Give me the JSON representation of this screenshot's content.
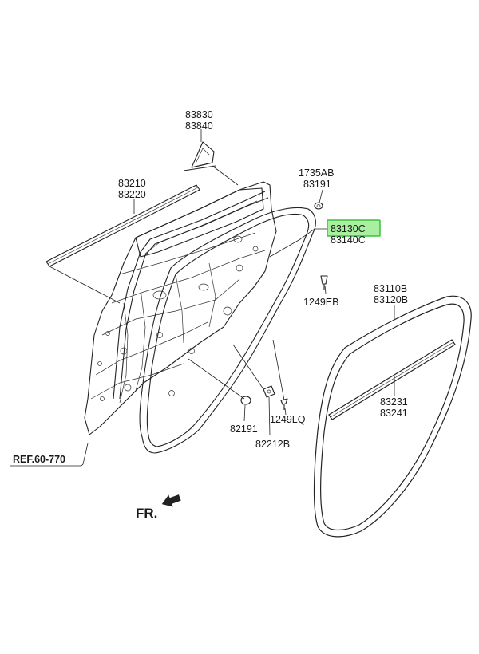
{
  "labels": {
    "p83830": "83830",
    "p83840": "83840",
    "p83210": "83210",
    "p83220": "83220",
    "p1735AB": "1735AB",
    "p83191": "83191",
    "p83130C": "83130C",
    "p83140C": "83140C",
    "p1249EB": "1249EB",
    "p83110B": "83110B",
    "p83120B": "83120B",
    "p83231": "83231",
    "p83241": "83241",
    "p82191": "82191",
    "p1249LQ": "1249LQ",
    "p82212B": "82212B",
    "ref": "REF.60-770",
    "fr": "FR."
  },
  "colors": {
    "highlight_fill": "#a8f0a0",
    "highlight_border": "#3cc03c",
    "line": "#222222"
  }
}
